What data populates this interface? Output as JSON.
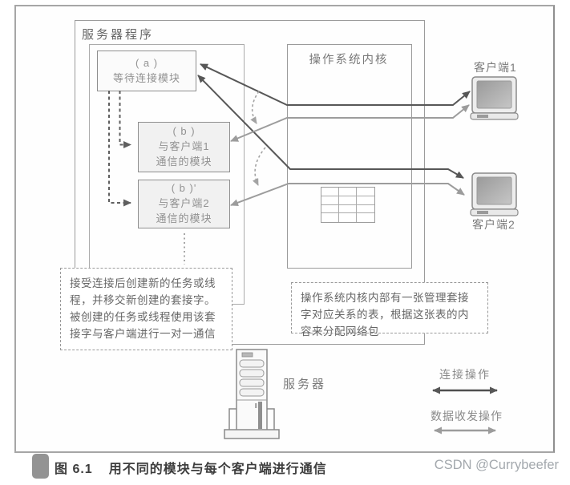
{
  "figure": {
    "server_program_label": "服务器程序",
    "module_a": {
      "lines": [
        "( a )",
        "等待连接模块"
      ]
    },
    "module_b1": {
      "lines": [
        "( b )",
        "与客户端1",
        "通信的模块"
      ]
    },
    "module_b2": {
      "lines": [
        "( b )'",
        "与客户端2",
        "通信的模块"
      ]
    },
    "kernel_label": "操作系统内核",
    "note_left": "接受连接后创建新的任务或线程，并移交新创建的套接字。被创建的任务或线程使用该套接字与客户端进行一对一通信",
    "note_right": "操作系统内核内部有一张管理套接字对应关系的表，根据这张表的内容来分配网络包",
    "server_label": "服务器",
    "client1_label": "客户端1",
    "client2_label": "客户端2",
    "legend": {
      "connection_label": "连接操作",
      "data_label": "数据收发操作"
    },
    "colors": {
      "connection_arrow": "#575757",
      "data_arrow": "#9c9c9c",
      "handover_arc": "#a3a3a3",
      "box_border": "#9b9b9b"
    }
  },
  "caption": {
    "number": "图 6.1",
    "title": "用不同的模块与每个客户端进行通信"
  },
  "watermark": "CSDN @Currybeefer"
}
